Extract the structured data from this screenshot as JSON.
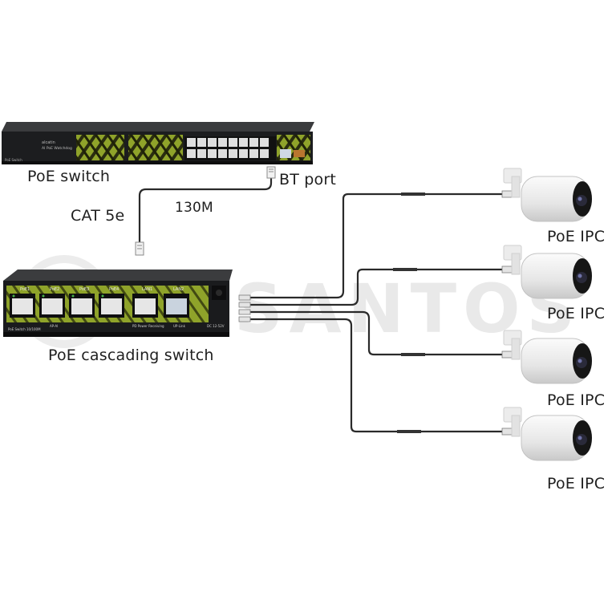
{
  "watermark": "SANTOS",
  "labels": {
    "poe_switch": "PoE switch",
    "bt_port": "BT port",
    "cat5e": "CAT 5e",
    "distance": "130M",
    "cascade_switch": "PoE cascading switch",
    "camera": "PoE IPC"
  },
  "top_switch": {
    "brand_line1": "alcatin",
    "brand_line2": "AI PoE Watchdog",
    "model": "PoE Switch"
  },
  "cascade": {
    "port_labels": [
      "PoE1",
      "PoE2",
      "PoE3",
      "PoE4",
      "LAN1",
      "LAN2"
    ],
    "bottom_text": [
      "PoE Switch 10/100M",
      "AP-AI",
      "PD Power Receiving",
      "UP-Link",
      "DC 12-52V"
    ]
  },
  "cameras": [
    "PoE IPC",
    "PoE IPC",
    "PoE IPC",
    "PoE IPC"
  ],
  "colors": {
    "switch_body": "#1c1d1f",
    "accent_green": "#8fa32a",
    "cable": "#2a2a2a"
  }
}
